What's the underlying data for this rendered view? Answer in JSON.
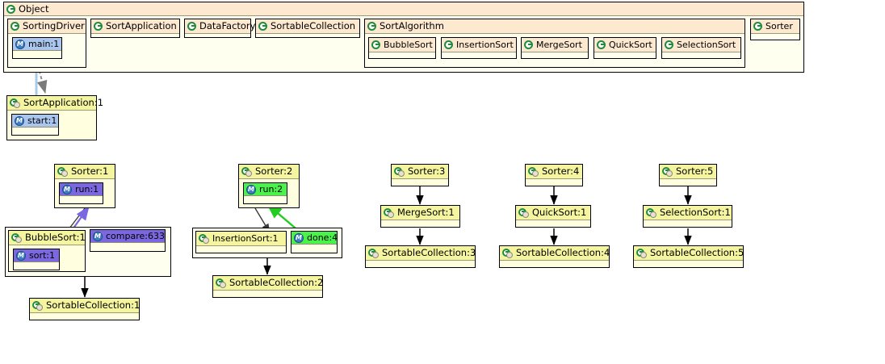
{
  "diagram": {
    "title": "Object",
    "root_package": {
      "label": "Object",
      "icon": "class-icon"
    },
    "classes": [
      {
        "label": "SortingDriver",
        "icon": "class-icon",
        "methods": [
          {
            "label": "main:1",
            "icon": "method-icon",
            "highlight": "blue"
          }
        ]
      },
      {
        "label": "SortApplication",
        "icon": "class-icon",
        "methods": []
      },
      {
        "label": "DataFactory",
        "icon": "class-icon",
        "methods": []
      },
      {
        "label": "SortableCollection",
        "icon": "class-icon",
        "methods": []
      },
      {
        "label": "SortAlgorithm",
        "icon": "class-icon",
        "methods": [],
        "children": [
          {
            "label": "BubbleSort",
            "icon": "class-icon"
          },
          {
            "label": "InsertionSort",
            "icon": "class-icon"
          },
          {
            "label": "MergeSort",
            "icon": "class-icon"
          },
          {
            "label": "QuickSort",
            "icon": "class-icon"
          },
          {
            "label": "SelectionSort",
            "icon": "class-icon"
          }
        ]
      },
      {
        "label": "Sorter",
        "icon": "class-icon",
        "methods": []
      }
    ],
    "instances": [
      {
        "id": "sortapplication1",
        "label": "SortApplication:1",
        "icon": "instance-icon",
        "methods": [
          {
            "label": "start:1",
            "icon": "method-icon",
            "highlight": "blue"
          }
        ]
      },
      {
        "id": "sorter1",
        "label": "Sorter:1",
        "icon": "instance-icon",
        "methods": [
          {
            "label": "run:1",
            "icon": "method-icon",
            "highlight": "purple"
          }
        ]
      },
      {
        "id": "bubblesort1",
        "label": "BubbleSort:1",
        "icon": "instance-icon",
        "methods": [
          {
            "label": "sort:1",
            "icon": "method-icon",
            "highlight": "purple"
          }
        ]
      },
      {
        "id": "compare633",
        "label": "compare:633",
        "icon": "method-icon",
        "highlight": "purple"
      },
      {
        "id": "sortablecollection1",
        "label": "SortableCollection:1",
        "icon": "instance-icon",
        "methods": []
      },
      {
        "id": "sorter2",
        "label": "Sorter:2",
        "icon": "instance-icon",
        "methods": [
          {
            "label": "run:2",
            "icon": "method-icon",
            "highlight": "green"
          }
        ]
      },
      {
        "id": "insertionsort1",
        "label": "InsertionSort:1",
        "icon": "instance-icon",
        "methods": []
      },
      {
        "id": "done4",
        "label": "done:4",
        "icon": "method-icon",
        "highlight": "green"
      },
      {
        "id": "sortablecollection2",
        "label": "SortableCollection:2",
        "icon": "instance-icon",
        "methods": []
      },
      {
        "id": "sorter3",
        "label": "Sorter:3",
        "icon": "instance-icon",
        "methods": []
      },
      {
        "id": "mergesort1",
        "label": "MergeSort:1",
        "icon": "instance-icon",
        "methods": []
      },
      {
        "id": "sortablecollection3",
        "label": "SortableCollection:3",
        "icon": "instance-icon",
        "methods": []
      },
      {
        "id": "sorter4",
        "label": "Sorter:4",
        "icon": "instance-icon",
        "methods": []
      },
      {
        "id": "quicksort1",
        "label": "QuickSort:1",
        "icon": "instance-icon",
        "methods": []
      },
      {
        "id": "sortablecollection4",
        "label": "SortableCollection:4",
        "icon": "instance-icon",
        "methods": []
      },
      {
        "id": "sorter5",
        "label": "Sorter:5",
        "icon": "instance-icon",
        "methods": []
      },
      {
        "id": "selectionsort1",
        "label": "SelectionSort:1",
        "icon": "instance-icon",
        "methods": []
      },
      {
        "id": "sortablecollection5",
        "label": "SortableCollection:5",
        "icon": "instance-icon",
        "methods": []
      }
    ],
    "edges": [
      {
        "from": "main:1",
        "to": "SortApplication:1",
        "style": "dashed",
        "color": "#808080"
      },
      {
        "from": "sort:1",
        "to": "run:1",
        "style": "solid",
        "color": "#7b68e0"
      },
      {
        "from": "run:1",
        "to": "BubbleSort:1",
        "style": "solid",
        "color": "#3a3a3a"
      },
      {
        "from": "compare:633",
        "to": "sort:1",
        "style": "solid",
        "color": "#7b68e0"
      },
      {
        "from": "BubbleSort:1",
        "to": "SortableCollection:1",
        "style": "solid",
        "color": "#000000"
      },
      {
        "from": "run:2",
        "to": "InsertionSort:1",
        "style": "solid",
        "color": "#3a3a3a"
      },
      {
        "from": "done:4",
        "to": "run:2",
        "style": "solid",
        "color": "#22cc22"
      },
      {
        "from": "InsertionSort:1",
        "to": "SortableCollection:2",
        "style": "solid",
        "color": "#000000"
      },
      {
        "from": "Sorter:3",
        "to": "MergeSort:1",
        "style": "solid",
        "color": "#000000"
      },
      {
        "from": "MergeSort:1",
        "to": "SortableCollection:3",
        "style": "solid",
        "color": "#000000"
      },
      {
        "from": "Sorter:4",
        "to": "QuickSort:1",
        "style": "solid",
        "color": "#000000"
      },
      {
        "from": "QuickSort:1",
        "to": "SortableCollection:4",
        "style": "solid",
        "color": "#000000"
      },
      {
        "from": "Sorter:5",
        "to": "SelectionSort:1",
        "style": "solid",
        "color": "#000000"
      },
      {
        "from": "SelectionSort:1",
        "to": "SortableCollection:5",
        "style": "solid",
        "color": "#000000"
      }
    ],
    "colors": {
      "package_header": "#fde8d0",
      "package_body": "#fffff0",
      "instance_header": "#f5f5a0",
      "instance_body": "#ffffe0",
      "highlight_blue": "#aac6ee",
      "highlight_purple": "#7b68e0",
      "highlight_green": "#4cf24c",
      "edge_green": "#22cc22",
      "edge_purple": "#7b68e0"
    }
  }
}
